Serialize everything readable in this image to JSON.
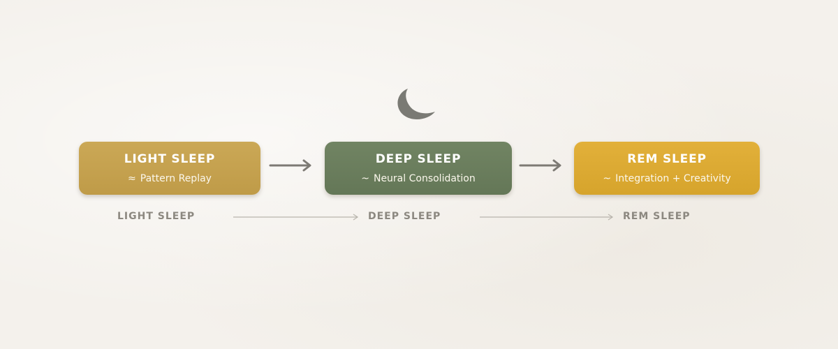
{
  "icons": {
    "moon": "moon-icon",
    "wave": "wave-icon",
    "tilde": "tilde-icon",
    "arrow": "arrow-right-icon"
  },
  "colors": {
    "light_sleep": "#c6a14e",
    "deep_sleep": "#6b7d5e",
    "rem_sleep": "#ddab33",
    "timeline_text": "#8c8880",
    "arrow": "#7d7a74",
    "moon": "#7a7a74"
  },
  "stages": [
    {
      "title": "LIGHT SLEEP",
      "glyph": "≈",
      "subtitle": "Pattern Replay"
    },
    {
      "title": "DEEP SLEEP",
      "glyph": "~",
      "subtitle": "Neural Consolidation"
    },
    {
      "title": "REM SLEEP",
      "glyph": "~",
      "subtitle": "Integration + Creativity"
    }
  ],
  "timeline": [
    "LIGHT SLEEP",
    "DEEP SLEEP",
    "REM SLEEP"
  ]
}
